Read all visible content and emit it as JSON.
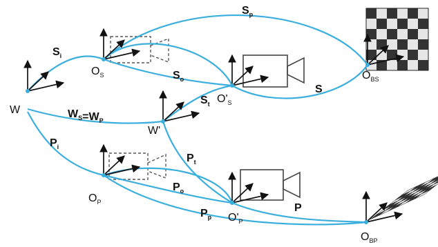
{
  "colors": {
    "curve": "#3aaedc",
    "axis": "#111111",
    "camera": "#444444",
    "checker_dark": "#333333",
    "checker_light": "#e6e6e6"
  },
  "labels": {
    "W": "W",
    "W_prime": "W'",
    "Ws_Wp": "W_S=W_P",
    "Os": "O_S",
    "Os_prime": "O'_S",
    "Obs": "O_BS",
    "Op": "O_P",
    "Op_prime": "O'_P",
    "Obp": "O_BP",
    "S_i": "S_i",
    "S_p": "S_p",
    "S_o": "S_o",
    "S_t": "S_t",
    "S": "S",
    "P_i": "P_i",
    "P_t": "P_t",
    "P_o": "P_o",
    "P_p": "P_p",
    "P": "P"
  },
  "icons": [
    "coordinate-frame-icon",
    "camera-icon",
    "camera-dashed-icon",
    "checkerboard-icon",
    "checkerboard-tilted-icon"
  ]
}
